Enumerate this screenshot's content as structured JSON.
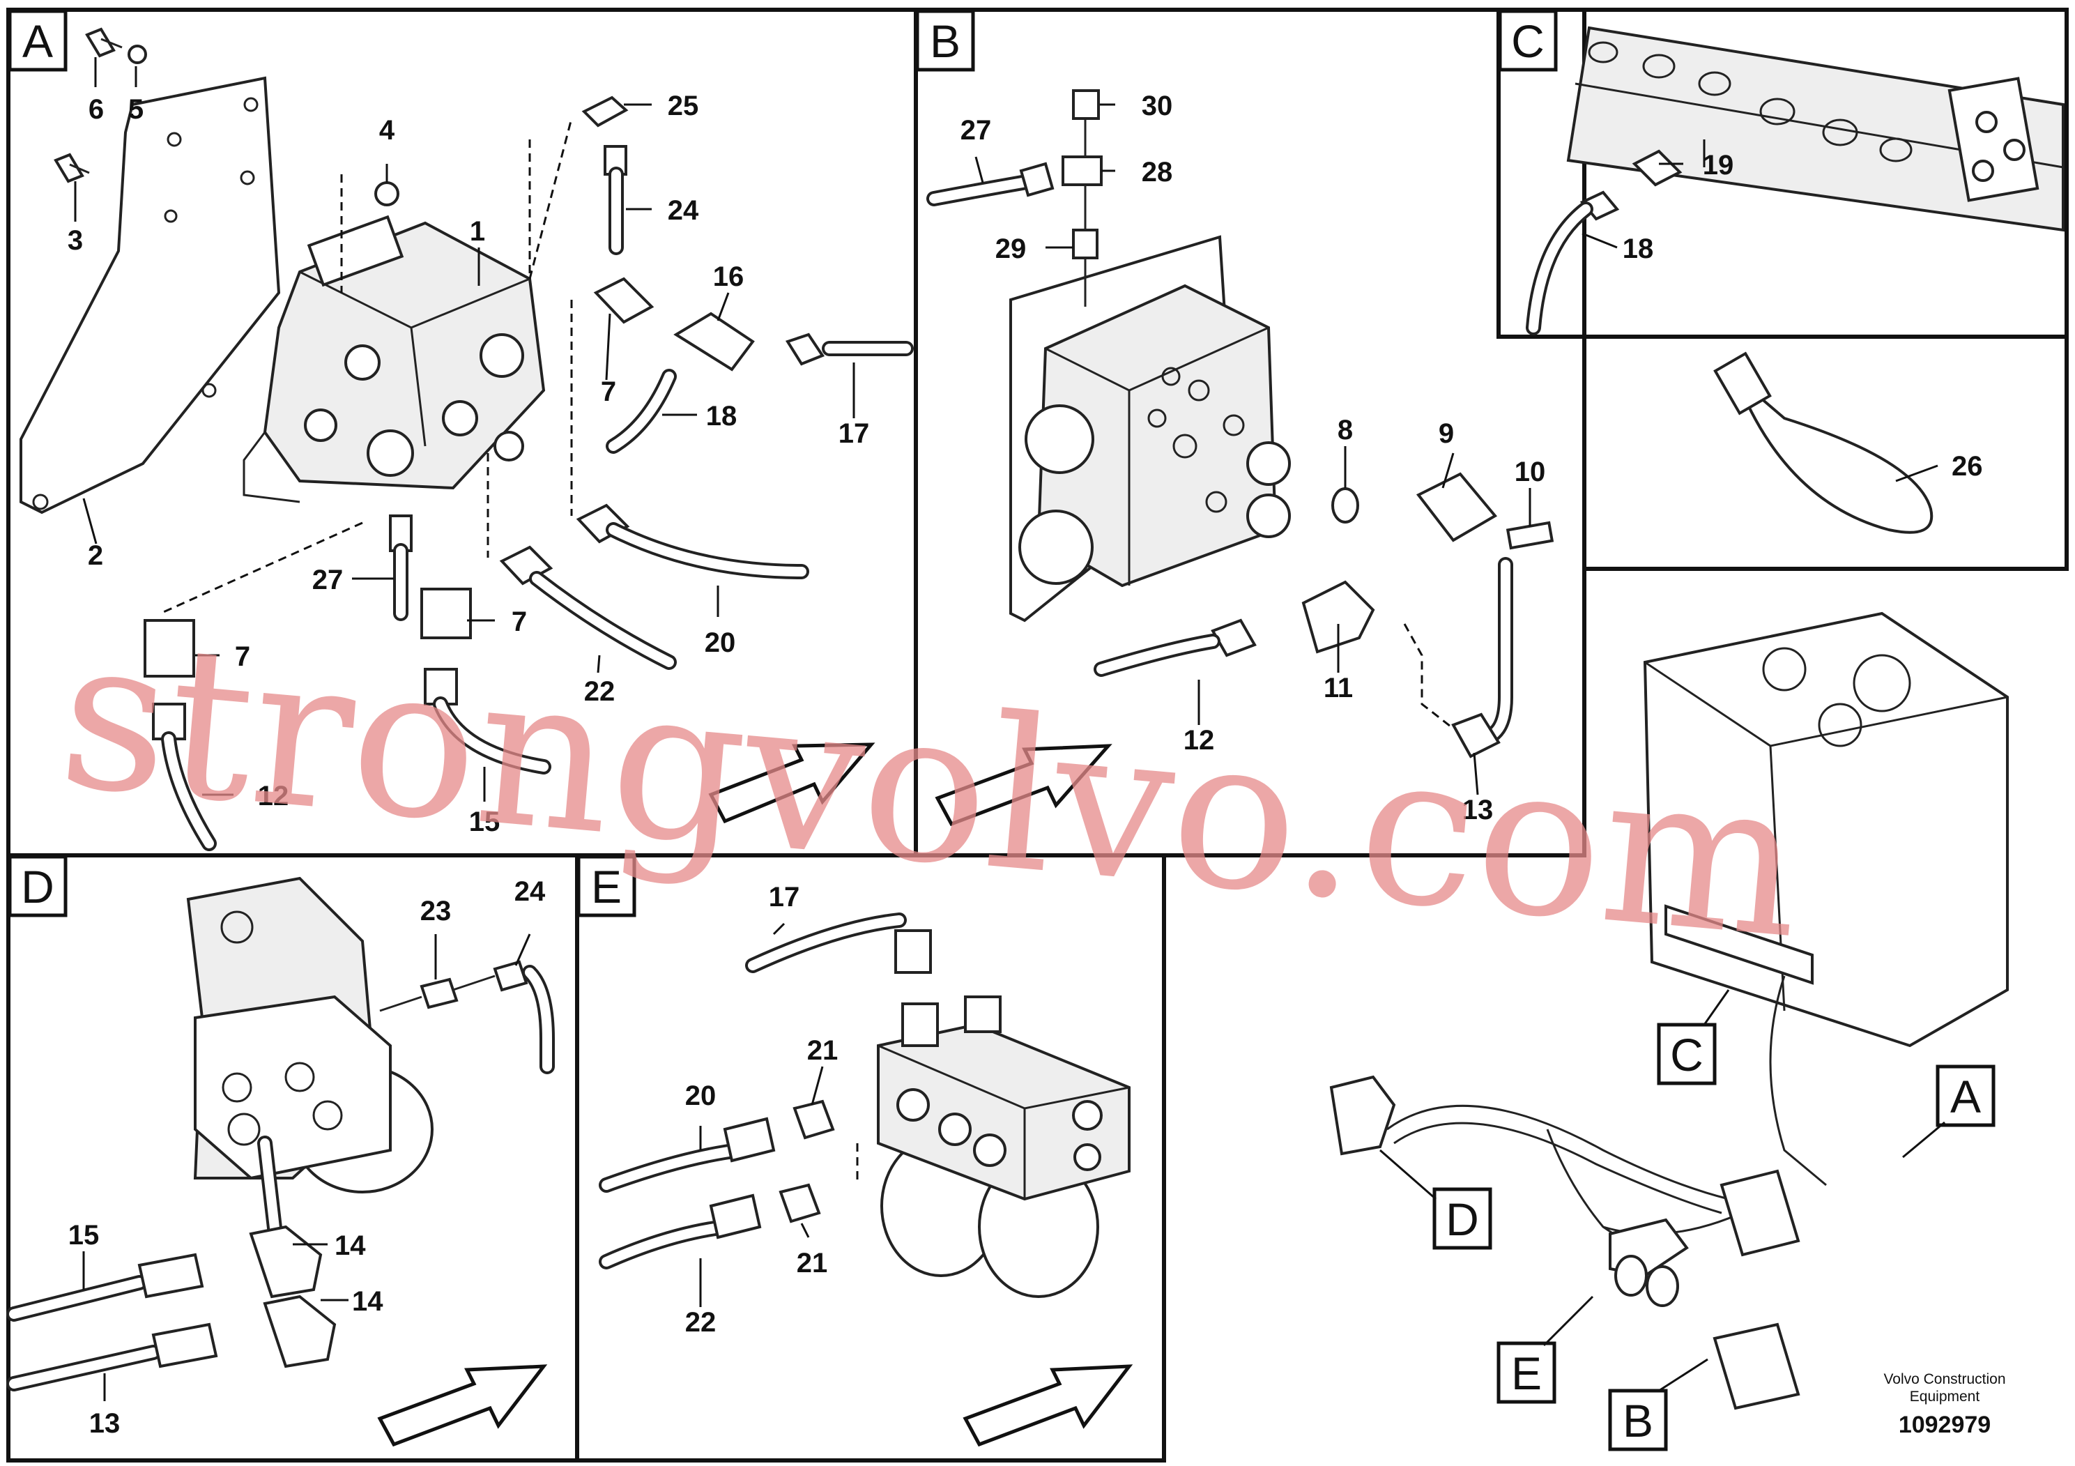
{
  "panels": {
    "A": {
      "tab": "A",
      "labels": [
        "1",
        "2",
        "3",
        "4",
        "5",
        "6",
        "7",
        "7",
        "7",
        "12",
        "15",
        "16",
        "17",
        "18",
        "20",
        "22",
        "24",
        "25",
        "27"
      ]
    },
    "B": {
      "tab": "B",
      "labels": [
        "8",
        "9",
        "10",
        "11",
        "12",
        "13",
        "27",
        "28",
        "29",
        "30"
      ]
    },
    "C": {
      "tab": "C",
      "labels": [
        "18",
        "19"
      ]
    },
    "C2": {
      "labels": [
        "26"
      ]
    },
    "D": {
      "tab": "D",
      "labels": [
        "13",
        "14",
        "14",
        "15",
        "23",
        "24"
      ]
    },
    "E": {
      "tab": "E",
      "labels": [
        "17",
        "20",
        "21",
        "21",
        "22"
      ]
    }
  },
  "overview": {
    "callouts": [
      "A",
      "B",
      "C",
      "D",
      "E"
    ]
  },
  "watermark": "strongvolvo.com",
  "footer": {
    "company_line1": "Volvo Construction",
    "company_line2": "Equipment",
    "drawing_number": "1092979"
  }
}
